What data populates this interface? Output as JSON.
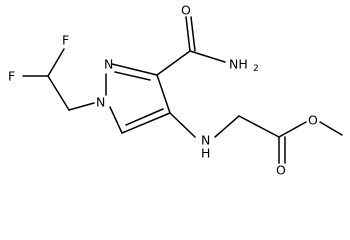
{
  "molecule": {
    "atom_labels": {
      "fluorine_top": "F",
      "fluorine_left": "F",
      "ring_nitrogen_top": "N",
      "ring_nitrogen_bottom": "N",
      "amide_nitrogen": "NH",
      "amide_nitrogen_h_count": "2",
      "amide_oxygen": "O",
      "amine_nitrogen": "N",
      "amine_hydrogen": "H",
      "ester_carbonyl_oxygen": "O",
      "ester_oxygen": "O"
    }
  }
}
